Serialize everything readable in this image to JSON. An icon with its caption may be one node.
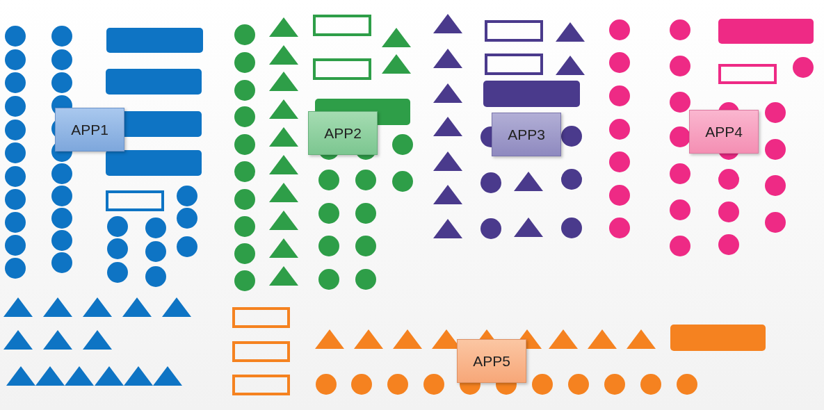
{
  "diagram": {
    "nodes": [
      {
        "text": [
          "APP1"
        ]
      },
      {
        "text": [
          "APP2"
        ]
      },
      {
        "text": [
          "APP3"
        ]
      },
      {
        "text": [
          "APP4"
        ]
      },
      {
        "text": [
          "APP5"
        ]
      }
    ]
  }
}
